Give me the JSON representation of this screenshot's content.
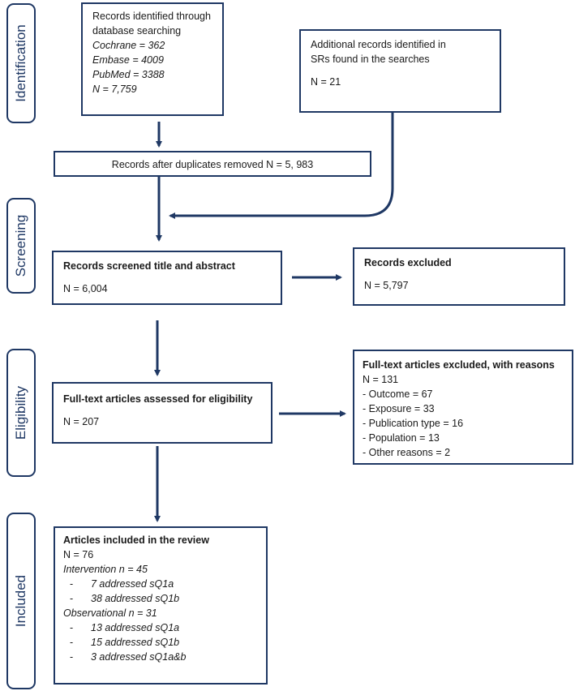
{
  "phases": {
    "identification": "Identification",
    "screening": "Screening",
    "eligibility": "Eligibility",
    "included": "Included"
  },
  "boxes": {
    "database_search": {
      "line1": "Records identified through",
      "line2": "database searching",
      "cochrane": "Cochrane = 362",
      "embase": "Embase = 4009",
      "pubmed": "PubMed = 3388",
      "total": "N = 7,759"
    },
    "additional_records": {
      "line1": "Additional records identified in",
      "line2": "SRs found in the searches",
      "total": "N = 21"
    },
    "duplicates_removed": {
      "text": "Records after duplicates removed N = 5, 983"
    },
    "screened": {
      "title": "Records screened title and abstract",
      "total": "N = 6,004"
    },
    "excluded": {
      "title": "Records excluded",
      "total": "N = 5,797"
    },
    "fulltext_assessed": {
      "title": "Full-text articles assessed for eligibility",
      "total": "N = 207"
    },
    "fulltext_excluded": {
      "title": "Full-text articles excluded, with reasons",
      "total": "N = 131",
      "reasons": [
        "- Outcome = 67",
        "- Exposure = 33",
        "- Publication type = 16",
        "- Population = 13",
        "- Other reasons = 2"
      ]
    },
    "included": {
      "title": "Articles included in the review",
      "total": "N = 76",
      "intervention": "Intervention n = 45",
      "intervention_items": [
        "7 addressed sQ1a",
        "38 addressed sQ1b"
      ],
      "observational": "Observational n = 31",
      "observational_items": [
        "13 addressed sQ1a",
        "15 addressed sQ1b",
        "3 addressed sQ1a&b"
      ]
    }
  },
  "colors": {
    "line": "#1f3864"
  }
}
